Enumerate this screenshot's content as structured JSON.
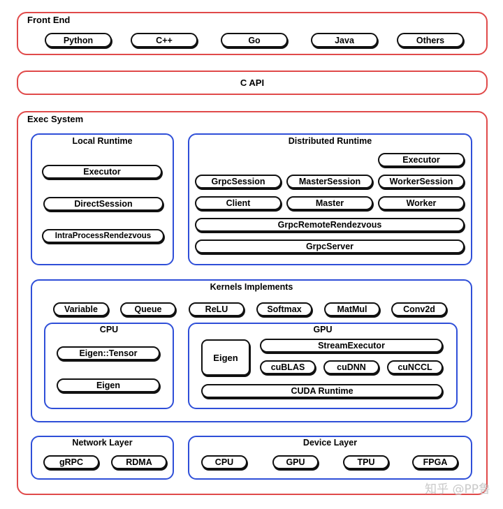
{
  "front_end": {
    "title": "Front End",
    "items": [
      "Python",
      "C++",
      "Go",
      "Java",
      "Others"
    ]
  },
  "c_api": {
    "title": "C API"
  },
  "exec_system": {
    "title": "Exec System",
    "local_runtime": {
      "title": "Local Runtime",
      "items": [
        "Executor",
        "DirectSession",
        "IntraProcessRendezvous"
      ]
    },
    "distributed_runtime": {
      "title": "Distributed Runtime",
      "executor": "Executor",
      "row1": [
        "GrpcSession",
        "MasterSession",
        "WorkerSession"
      ],
      "row2": [
        "Client",
        "Master",
        "Worker"
      ],
      "grpc_remote_rendezvous": "GrpcRemoteRendezvous",
      "grpc_server": "GrpcServer"
    },
    "kernels": {
      "title": "Kernels Implements",
      "ops": [
        "Variable",
        "Queue",
        "ReLU",
        "Softmax",
        "MatMul",
        "Conv2d"
      ],
      "cpu": {
        "title": "CPU",
        "items": [
          "Eigen::Tensor",
          "Eigen"
        ]
      },
      "gpu": {
        "title": "GPU",
        "eigen": "Eigen",
        "stream_executor": "StreamExecutor",
        "libs": [
          "cuBLAS",
          "cuDNN",
          "cuNCCL"
        ],
        "cuda_runtime": "CUDA Runtime"
      }
    },
    "network_layer": {
      "title": "Network Layer",
      "items": [
        "gRPC",
        "RDMA"
      ]
    },
    "device_layer": {
      "title": "Device Layer",
      "items": [
        "CPU",
        "GPU",
        "TPU",
        "FPGA"
      ]
    }
  },
  "watermark": "知乎 @PP鲁",
  "colors": {
    "outer_border": "#e04a4a",
    "inner_border": "#2f4fd8",
    "pill_border": "#111111"
  }
}
